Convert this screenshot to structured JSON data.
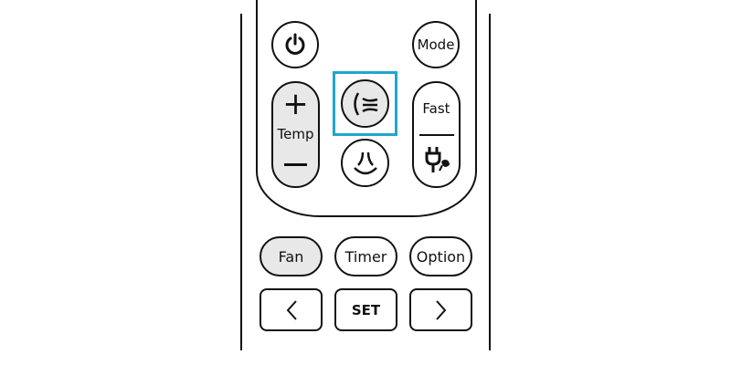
{
  "remote": {
    "power_icon": "power-icon",
    "mode_label": "Mode",
    "temp_label": "Temp",
    "temp_plus": "+",
    "temp_minus": "—",
    "swing_icon": "air-swing-icon",
    "wind_icon": "wind-free-icon",
    "fast_label": "Fast",
    "plug_icon": "plug-icon",
    "fan_label": "Fan",
    "timer_label": "Timer",
    "option_label": "Option",
    "left_icon": "chevron-left-icon",
    "set_label": "SET",
    "right_icon": "chevron-right-icon",
    "highlight_color": "#1fa6cc"
  }
}
